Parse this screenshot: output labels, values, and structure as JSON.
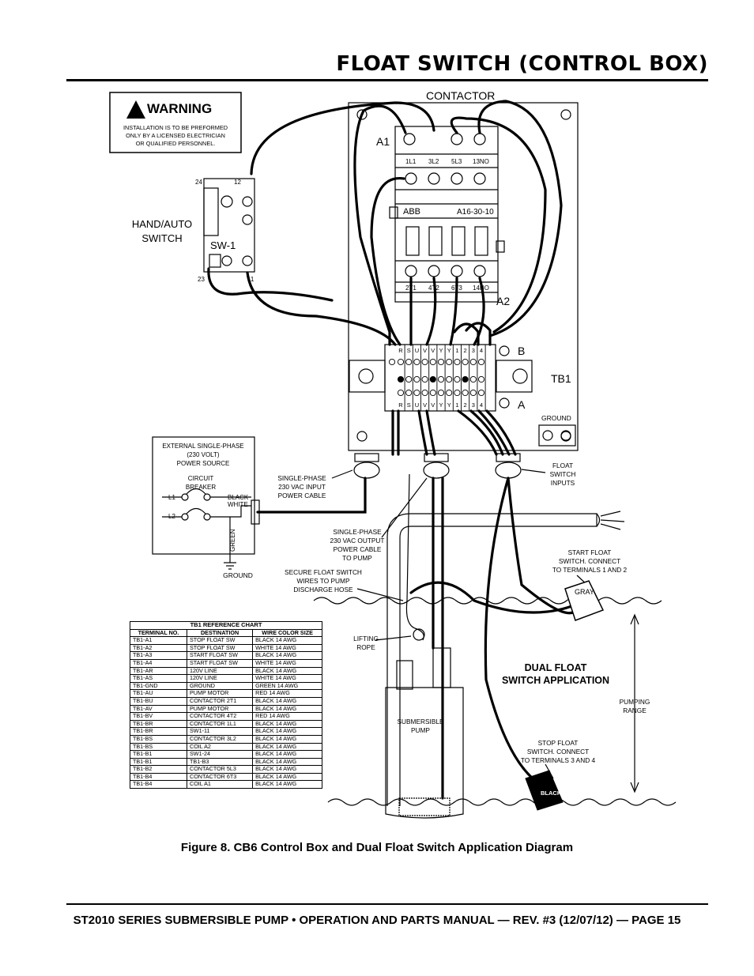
{
  "header": {
    "title": "FLOAT SWITCH (CONTROL BOX)"
  },
  "warning": {
    "heading": "WARNING",
    "lines": [
      "INSTALLATION IS TO BE PREFORMED",
      "ONLY BY A LICENSED ELECTRICIAN",
      "OR QUALIFIED PERSONNEL."
    ]
  },
  "switch": {
    "label_line1": "HAND/AUTO",
    "label_line2": "SWITCH",
    "id": "SW-1",
    "t24": "24",
    "t12": "12",
    "t23": "23",
    "t11": "11"
  },
  "contactor": {
    "title": "CONTACTOR",
    "a1": "A1",
    "a2": "A2",
    "model_brand": "ABB",
    "model": "A16-30-10",
    "top_terminals": [
      "1L1",
      "3L2",
      "5L3",
      "13NO"
    ],
    "bottom_terminals": [
      "2T1",
      "4T2",
      "6T3",
      "14NO"
    ]
  },
  "terminal_block": {
    "id": "TB1",
    "side_b": "B",
    "side_a": "A",
    "labels": [
      "R",
      "S",
      "U",
      "V",
      "V",
      "Y",
      "Y",
      "1",
      "2",
      "3",
      "4"
    ],
    "ground_label": "GROUND"
  },
  "power_source": {
    "title_lines": [
      "EXTERNAL SINGLE-PHASE",
      "(230 VOLT)",
      "POWER SOURCE"
    ],
    "breaker_lines": [
      "CIRCUIT",
      "BREAKER"
    ],
    "l1": "L1",
    "l2": "L2",
    "black": "BLACK",
    "white": "WHITE",
    "green": "GREEN",
    "ground": "GROUND"
  },
  "callouts": {
    "input_cable": [
      "SINGLE-PHASE",
      "230 VAC INPUT",
      "POWER CABLE"
    ],
    "float_inputs": [
      "FLOAT",
      "SWITCH",
      "INPUTS"
    ],
    "output_cable": [
      "SINGLE-PHASE",
      "230 VAC OUTPUT",
      "POWER CABLE",
      "TO PUMP"
    ],
    "secure": [
      "SECURE FLOAT SWITCH",
      "WIRES TO PUMP",
      "DISCHARGE HOSE"
    ],
    "start_float": [
      "START FLOAT",
      "SWITCH. CONNECT",
      "TO TERMINALS 1 AND 2"
    ],
    "gray": "GRAY",
    "lifting_rope": [
      "LIFTING",
      "ROPE"
    ],
    "dual_float": [
      "DUAL FLOAT",
      "SWITCH APPLICATION"
    ],
    "pumping_range": [
      "PUMPING",
      "RANGE"
    ],
    "pump": [
      "SUBMERSIBLE",
      "PUMP"
    ],
    "stop_float": [
      "STOP FLOAT",
      "SWITCH. CONNECT",
      "TO TERMINALS 3 AND 4"
    ],
    "black": "BLACK"
  },
  "ref_chart": {
    "title": "TB1 REFERENCE CHART",
    "headers": [
      "TERMINAL NO.",
      "DESTINATION",
      "WIRE COLOR SIZE"
    ],
    "rows": [
      [
        "TB1-A1",
        "STOP FLOAT SW",
        "BLACK 14 AWG"
      ],
      [
        "TB1-A2",
        "STOP FLOAT SW",
        "WHITE 14 AWG"
      ],
      [
        "TB1-A3",
        "START FLOAT SW",
        "BLACK 14 AWG"
      ],
      [
        "TB1-A4",
        "START FLOAT SW",
        "WHITE 14 AWG"
      ],
      [
        "TB1-AR",
        "120V LINE",
        "BLACK 14 AWG"
      ],
      [
        "TB1-AS",
        "120V LINE",
        "WHITE 14 AWG"
      ],
      [
        "TB1-GND",
        "GROUND",
        "GREEN 14 AWG"
      ],
      [
        "TB1-AU",
        "PUMP MOTOR",
        "RED 14 AWG"
      ],
      [
        "TB1-BU",
        "CONTACTOR 2T1",
        "BLACK 14 AWG"
      ],
      [
        "TB1-AV",
        "PUMP MOTOR",
        "BLACK 14 AWG"
      ],
      [
        "TB1-BV",
        "CONTACTOR 4T2",
        "RED 14 AWG"
      ],
      [
        "TB1-BR",
        "CONTACTOR 1L1",
        "BLACK 14 AWG"
      ],
      [
        "TB1-BR",
        "SW1-11",
        "BLACK 14 AWG"
      ],
      [
        "TB1-BS",
        "CONTACTOR 3L2",
        "BLACK 14 AWG"
      ],
      [
        "TB1-BS",
        "COIL A2",
        "BLACK 14 AWG"
      ],
      [
        "TB1-B1",
        "SW1-24",
        "BLACK 14 AWG"
      ],
      [
        "TB1-B1",
        "TB1-B3",
        "BLACK 14 AWG"
      ],
      [
        "TB1-B2",
        "CONTACTOR 5L3",
        "BLACK 14 AWG"
      ],
      [
        "TB1-B4",
        "CONTACTOR 6T3",
        "BLACK 14 AWG"
      ],
      [
        "TB1-B4",
        "COIL A1",
        "BLACK 14 AWG"
      ]
    ]
  },
  "caption": "Figure 8. CB6 Control Box and Dual Float Switch Application Diagram",
  "footer": "ST2010 SERIES SUBMERSIBLE PUMP • OPERATION AND PARTS MANUAL — REV. #3 (12/07/12) — PAGE 15"
}
